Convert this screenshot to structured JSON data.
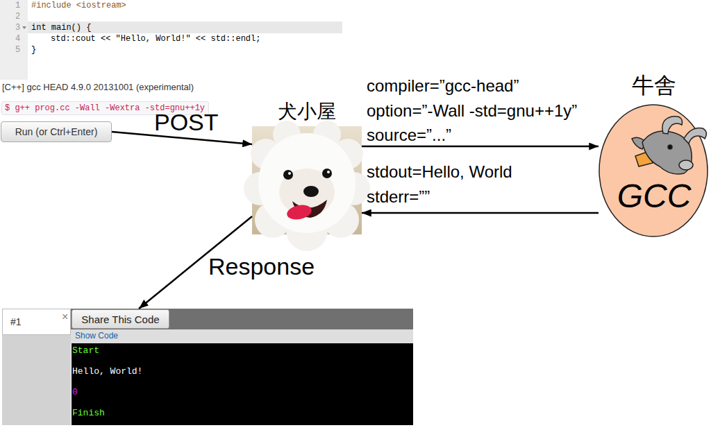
{
  "diagram": {
    "nodes": [
      {
        "text": [
          "$ g++ prog.cc -Wall -Wextra -std=gnu++1y"
        ]
      },
      {
        "text": [
          "Run (or Ctrl+Enter)"
        ]
      },
      {
        "text": [
          "犬小屋"
        ]
      },
      {
        "text": [
          "牛舎",
          "GCC"
        ]
      },
      {
        "text": [
          "#1",
          "×",
          "Show Code"
        ]
      },
      {
        "text": [
          "Share This Code"
        ],
        "in": 4
      },
      {
        "text": [
          "Start",
          "Hello, World!",
          "0",
          "Finish"
        ],
        "in": 4
      }
    ],
    "edges": [
      {
        "from": 1,
        "to": 2,
        "arrow": "to",
        "label": "POST"
      },
      {
        "from": 2,
        "to": 3,
        "arrow": "to"
      },
      {
        "from": 3,
        "to": 2,
        "arrow": "to"
      },
      {
        "from": 2,
        "to": 4,
        "arrow": "to",
        "label": "Response"
      }
    ],
    "labels": [
      "1",
      "2",
      "3",
      "4",
      "5",
      "#include <iostream>",
      "int main() {",
      "std::cout << \"Hello, World!\" << std::endl;",
      "}",
      "[C++] gcc HEAD 4.9.0 20131001 (experimental)",
      "compiler=”gcc-head”",
      "option=”-Wall -std=gnu++1y”",
      "source=”...”",
      "stdout=Hello, World",
      "stderr=””"
    ]
  }
}
